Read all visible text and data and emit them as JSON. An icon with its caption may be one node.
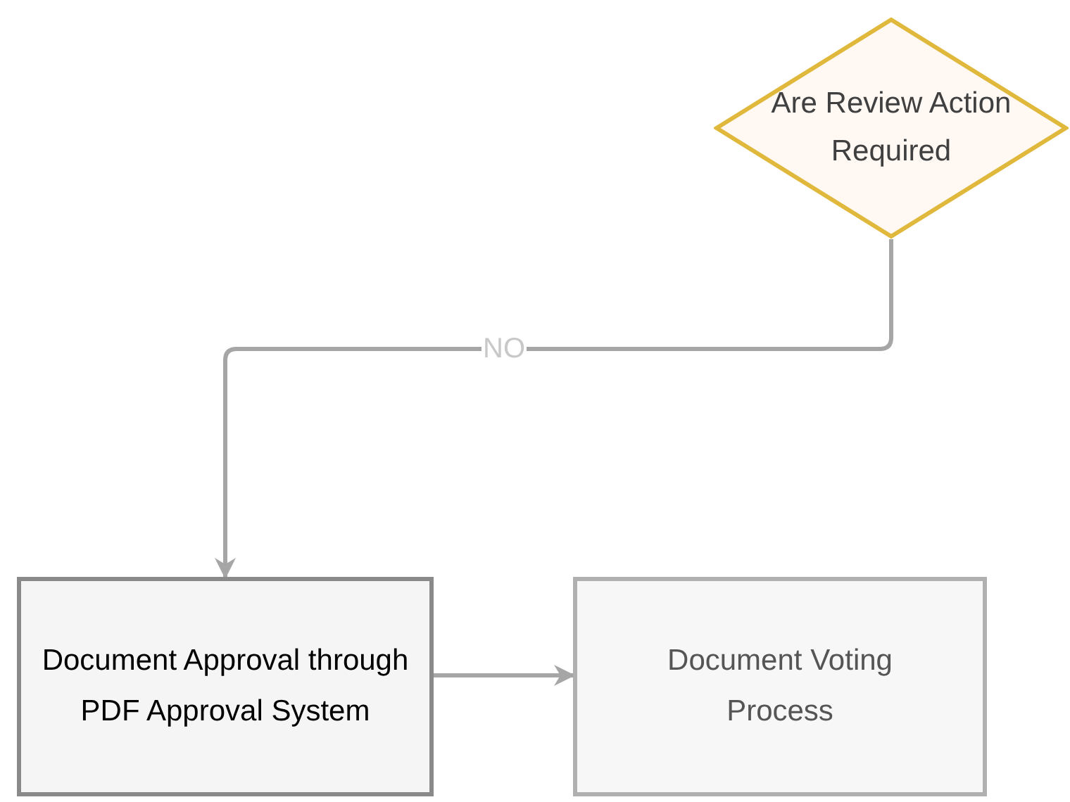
{
  "diagram": {
    "nodes": [
      {
        "text": [
          "Are Review Action Required"
        ]
      },
      {
        "text": [
          "Document Approval through PDF Approval System"
        ]
      },
      {
        "text": [
          "Document Voting Process"
        ]
      }
    ],
    "edges": [
      {
        "from": 0,
        "to": 1,
        "arrow": "to",
        "label": "NO"
      },
      {
        "from": 1,
        "to": 2,
        "arrow": "to"
      }
    ]
  }
}
